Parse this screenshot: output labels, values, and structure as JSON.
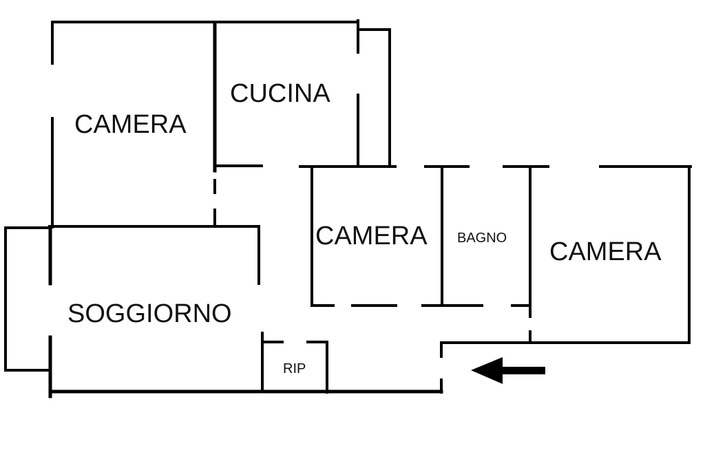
{
  "plan": {
    "rooms": [
      {
        "id": "camera-top-left",
        "label": "CAMERA"
      },
      {
        "id": "cucina",
        "label": "CUCINA"
      },
      {
        "id": "camera-center",
        "label": "CAMERA"
      },
      {
        "id": "bagno",
        "label": "BAGNO"
      },
      {
        "id": "camera-right",
        "label": "CAMERA"
      },
      {
        "id": "soggiorno",
        "label": "SOGGIORNO"
      },
      {
        "id": "rip",
        "label": "RIP"
      }
    ],
    "entrance_arrow": {
      "direction": "left",
      "icon": "arrow-left-icon"
    },
    "colors": {
      "walls": "#000000",
      "text": "#111111",
      "background": "#ffffff"
    }
  }
}
